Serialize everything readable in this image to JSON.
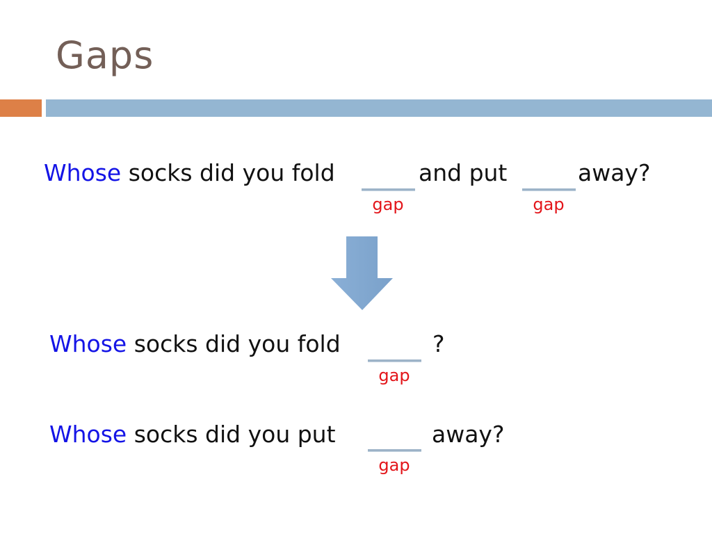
{
  "slide": {
    "title": "Gaps",
    "colors": {
      "title": "#735F57",
      "accent_orange": "#DD8047",
      "accent_blue": "#94B6D2",
      "wh_word": "#1414E6",
      "gap_label": "#E3151A",
      "gap_line": "#9DB3C8",
      "arrow": "#7FA7D0"
    },
    "sentence1": {
      "wh": "Whose",
      "part1": " socks did you fold",
      "part2": "and put ",
      "part3": "away?",
      "gap1_label": "gap",
      "gap2_label": "gap"
    },
    "arrow_icon": "down-arrow",
    "sentence2": {
      "wh": "Whose",
      "part1": " socks did you fold",
      "end": "?",
      "gap_label": "gap"
    },
    "sentence3": {
      "wh": "Whose",
      "part1": " socks did you put",
      "end": "away?",
      "gap_label": "gap"
    }
  }
}
